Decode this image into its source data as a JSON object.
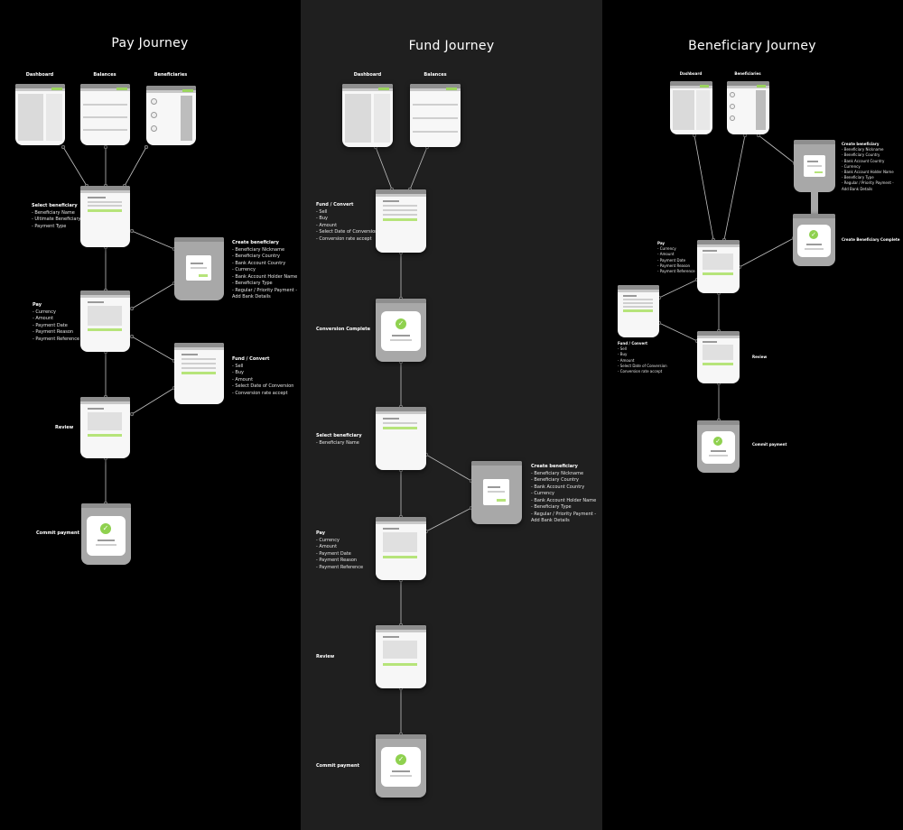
{
  "journeys": {
    "pay": {
      "title": "Pay Journey",
      "captions": {
        "dashboard": "Dashboard",
        "balances": "Balances",
        "beneficiaries": "Beneficiaries"
      },
      "select_beneficiary": {
        "heading": "Select beneficiary",
        "items": [
          "- Beneficiary Name",
          "- Ultimate Beneficiary",
          "- Payment Type"
        ]
      },
      "create_beneficiary": {
        "heading": "Create beneficiary",
        "items": [
          "- Beneficiary Nickname",
          "- Beneficiary Country",
          "- Bank Account Country",
          "- Currency",
          "- Bank Account Holder Name",
          "- Beneficiary Type",
          "- Regular / Priority Payment -",
          "  Add Bank Details"
        ]
      },
      "pay": {
        "heading": "Pay",
        "items": [
          "- Currency",
          "- Amount",
          "- Payment Date",
          "- Payment Reason",
          "- Payment Reference"
        ]
      },
      "fund_convert": {
        "heading": "Fund / Convert",
        "items": [
          "- Sell",
          "- Buy",
          "- Amount",
          "- Select Date of Conversion",
          "- Conversion rate accept"
        ]
      },
      "review": "Review",
      "commit": "Commit payment"
    },
    "fund": {
      "title": "Fund Journey",
      "captions": {
        "dashboard": "Dashboard",
        "balances": "Balances"
      },
      "fund_convert": {
        "heading": "Fund / Convert",
        "items": [
          "- Sell",
          "- Buy",
          "- Amount",
          "- Select Date of Conversion",
          "- Conversion rate accept"
        ]
      },
      "conversion_complete": "Conversion Complete",
      "select_beneficiary": {
        "heading": "Select beneficiary",
        "items": [
          "- Beneficiary Name"
        ]
      },
      "create_beneficiary": {
        "heading": "Create beneficiary",
        "items": [
          "- Beneficiary Nickname",
          "- Beneficiary Country",
          "- Bank Account Country",
          "- Currency",
          "- Bank Account Holder Name",
          "- Beneficiary Type",
          "- Regular / Priority Payment -",
          "  Add Bank Details"
        ]
      },
      "pay": {
        "heading": "Pay",
        "items": [
          "- Currency",
          "- Amount",
          "- Payment Date",
          "- Payment Reason",
          "- Payment Reference"
        ]
      },
      "review": "Review",
      "commit": "Commit payment"
    },
    "beneficiary": {
      "title": "Beneficiary Journey",
      "captions": {
        "dashboard": "Dashboard",
        "beneficiaries": "Beneficiaries"
      },
      "create_beneficiary": {
        "heading": "Create beneficiary",
        "items": [
          "- Beneficiary Nickname",
          "- Beneficiary Country",
          "- Bank Account Country",
          "- Currency",
          "- Bank Account Holder Name",
          "- Beneficiary Type",
          "- Regular / Priority Payment -",
          "  Add Bank Details"
        ]
      },
      "create_complete": "Create Beneficiary Complete",
      "pay": {
        "heading": "Pay",
        "items": [
          "- Currency",
          "- Amount",
          "- Payment Date",
          "- Payment Reason",
          "- Payment Reference"
        ]
      },
      "fund_convert": {
        "heading": "Fund / Convert",
        "items": [
          "- Sell",
          "- Buy",
          "- Amount",
          "- Select Date of Conversion",
          "- Conversion rate accept"
        ]
      },
      "review": "Review",
      "commit": "Commit payment"
    }
  },
  "colors": {
    "background": "#000000",
    "middle_panel": "#1f1f1f",
    "screen": "#f7f7f7",
    "screen_grey": "#a8a8a8",
    "accent_green": "#8fd14f",
    "connector": "#bfbfbf"
  },
  "icons": {
    "complete": "check-circle-icon"
  }
}
